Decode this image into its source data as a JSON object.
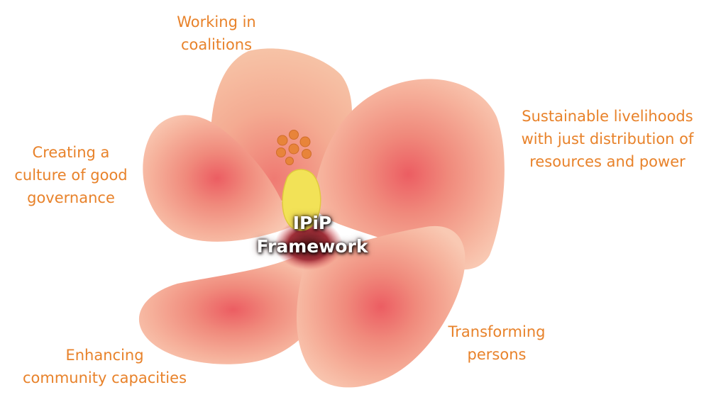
{
  "colors": {
    "label_text": "#e8822a",
    "center_text": "#ffffff",
    "petal_light": "#f7b9a2",
    "petal_mid": "#f29a86",
    "petal_deep": "#ee6f6b",
    "stamen": "#f2e257",
    "anther": "#e8843a"
  },
  "center": {
    "line1": "IPiP",
    "line2": "Framework"
  },
  "labels": {
    "top": {
      "line1": "Working in",
      "line2": "coalitions"
    },
    "right": {
      "line1": "Sustainable livelihoods",
      "line2": "with just distribution of",
      "line3": "resources and power"
    },
    "left": {
      "line1": "Creating a",
      "line2": "culture of good",
      "line3": "governance"
    },
    "bottom_right": {
      "line1": "Transforming",
      "line2": "persons"
    },
    "bottom_left": {
      "line1": "Enhancing",
      "line2": "community capacities"
    }
  },
  "image": {
    "icon": "hibiscus-flower-photo"
  }
}
